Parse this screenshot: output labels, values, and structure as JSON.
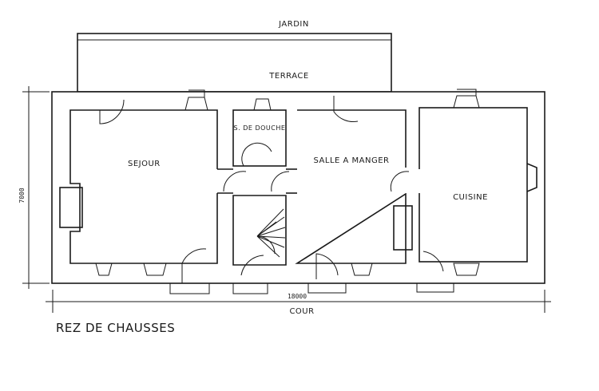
{
  "plan": {
    "title": "REZ DE CHAUSSES",
    "outside_labels": {
      "garden": "JARDIN",
      "terrace": "TERRACE",
      "courtyard": "COUR"
    },
    "rooms": {
      "living": "SEJOUR",
      "shower": "S. DE DOUCHE",
      "dining": "SALLE A MANGER",
      "kitchen": "CUISINE"
    },
    "dimensions": {
      "depth": "7000",
      "width": "18000"
    }
  }
}
